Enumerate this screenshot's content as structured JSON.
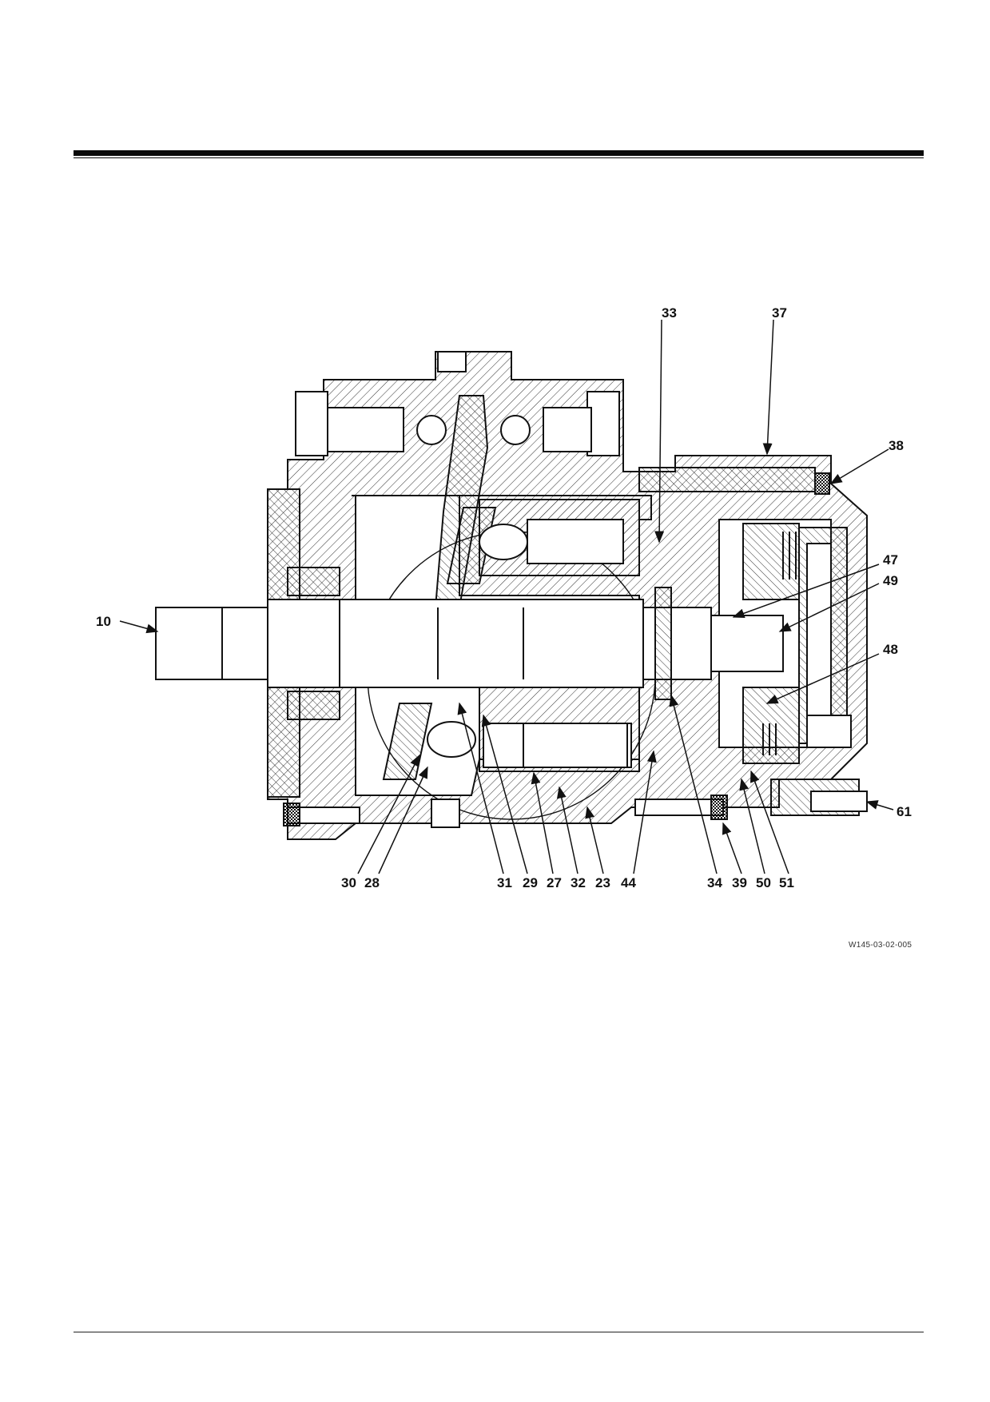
{
  "figure": {
    "code": "W145-03-02-005",
    "callouts": [
      "33",
      "37",
      "38",
      "47",
      "49",
      "10",
      "48",
      "61",
      "30",
      "28",
      "31",
      "29",
      "27",
      "32",
      "23",
      "44",
      "34",
      "39",
      "50",
      "51"
    ]
  }
}
